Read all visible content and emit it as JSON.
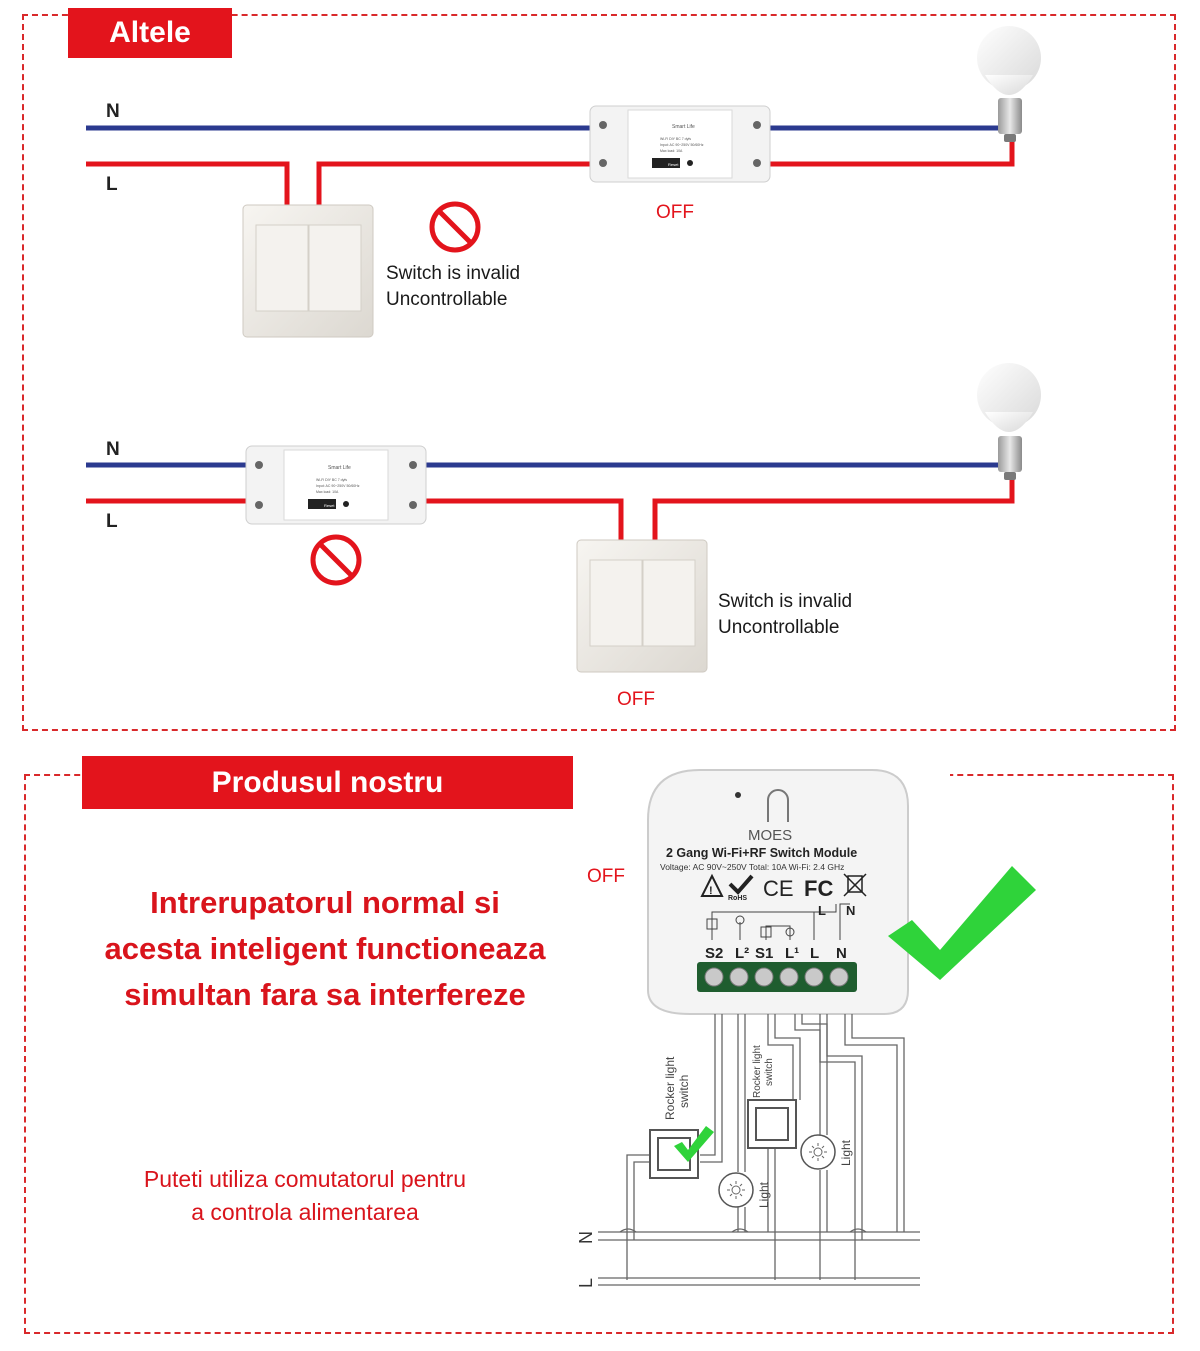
{
  "top_section": {
    "tag_label": "Altele",
    "diagram1": {
      "neutral_label": "N",
      "live_label": "L",
      "module": {
        "brand": "Smart Life",
        "spec_line1": "Wi-Fi DIY BC 7 dyfs",
        "spec_line2": "Input: AC 90~250V 50/60Hz",
        "spec_line3": "Max load: 10A",
        "button_label": "Reset"
      },
      "off_label": "OFF",
      "note_line1": "Switch is invalid",
      "note_line2": "Uncontrollable"
    },
    "diagram2": {
      "neutral_label": "N",
      "live_label": "L",
      "off_label": "OFF",
      "note_line1": "Switch is invalid",
      "note_line2": "Uncontrollable"
    }
  },
  "bottom_section": {
    "tag_label": "Produsul nostru",
    "off_label": "OFF",
    "main_text_line1": "Intrerupatorul normal si",
    "main_text_line2": "acesta inteligent functioneaza",
    "main_text_line3": "simultan fara sa interfereze",
    "sub_text_line1": "Puteti utiliza comutatorul pentru",
    "sub_text_line2": "a controla alimentarea",
    "module": {
      "brand": "MOES",
      "title": "2 Gang Wi-Fi+RF Switch Module",
      "spec": "Voltage: AC 90V~250V   Total: 10A   Wi-Fi: 2.4 GHz",
      "cert_ce": "CE",
      "cert_fc": "FC",
      "cert_rohs": "RoHS",
      "label_L": "L",
      "label_N": "N",
      "terminals": [
        "S2",
        "L²",
        "S1",
        "L¹",
        "L",
        "N"
      ]
    },
    "rocker1_label_line1": "Rocker light",
    "rocker1_label_line2": "switch",
    "rocker2_label_line1": "Rocker light",
    "rocker2_label_line2": "switch",
    "light1_label": "Light",
    "light2_label": "Light",
    "bus_N": "N",
    "bus_L": "L"
  },
  "colors": {
    "red": "#e3141c",
    "neutral_wire": "#2b3a8f",
    "live_wire": "#e3141c",
    "check_green": "#2fd33a"
  }
}
